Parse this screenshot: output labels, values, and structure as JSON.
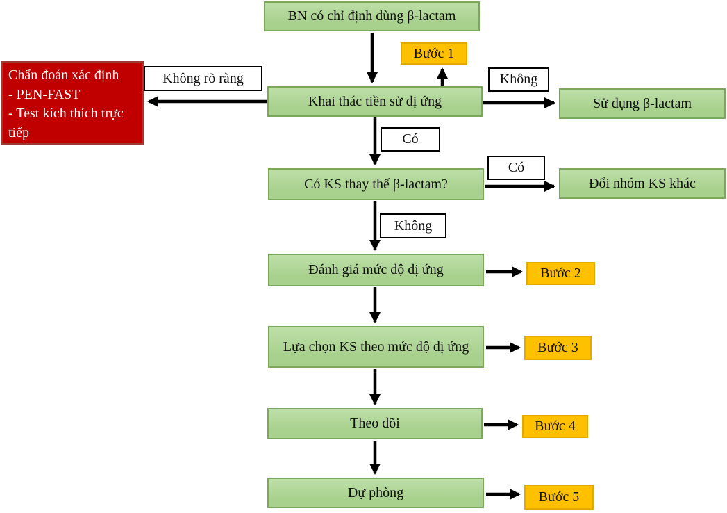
{
  "diagram": {
    "language": "vi",
    "nodes": {
      "bn": {
        "label": "BN có chỉ định dùng β-lactam"
      },
      "khai_thac": {
        "label": "Khai thác tiền sử dị ứng"
      },
      "su_dung": {
        "label": "Sử dụng β-lactam"
      },
      "co_ks": {
        "label": "Có KS thay thế β-lactam?"
      },
      "doi_nhom": {
        "label": "Đổi nhóm KS khác"
      },
      "danh_gia": {
        "label": "Đánh giá mức độ dị ứng"
      },
      "lua_chon": {
        "label": "Lựa chọn KS theo mức độ dị ứng"
      },
      "theo_doi": {
        "label": "Theo dõi"
      },
      "du_phong": {
        "label": "Dự phòng"
      },
      "chan_doan": {
        "lines": [
          "Chẩn đoán xác định",
          "- PEN-FAST",
          "- Test kích thích trực tiếp"
        ]
      }
    },
    "steps": {
      "buoc1": "Bước 1",
      "buoc2": "Bước 2",
      "buoc3": "Bước 3",
      "buoc4": "Bước 4",
      "buoc5": "Bước 5"
    },
    "edge_labels": {
      "khong_ro_rang": "Không rõ ràng",
      "khong_top": "Không",
      "co_mid": "Có",
      "co_right": "Có",
      "khong_mid": "Không"
    }
  },
  "colors": {
    "green_fill": "#a9d18e",
    "green_fill_light": "#bddfa8",
    "green_border": "#7aa95c",
    "orange_fill": "#ffc000",
    "orange_border": "#e2a900",
    "red_fill": "#c00000",
    "red_border": "#9e3a36",
    "label_border": "#000000",
    "arrow": "#000000",
    "text": "#111111",
    "red_text": "#ffffff"
  }
}
